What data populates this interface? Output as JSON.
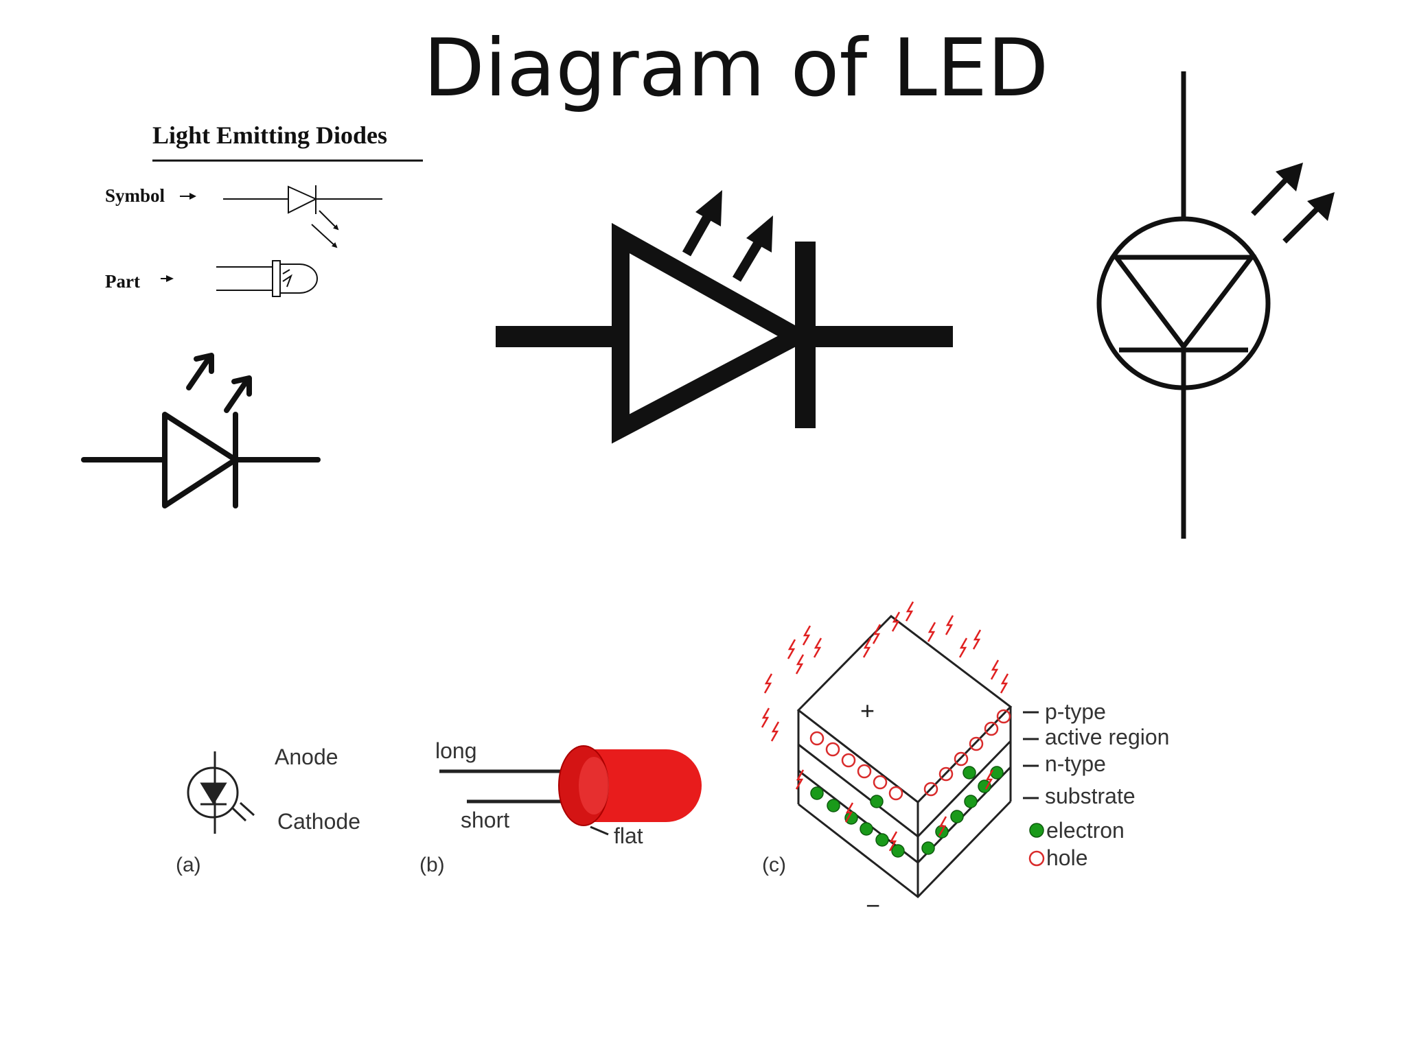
{
  "slide": {
    "title": "Diagram of LED"
  },
  "reference_card": {
    "heading": "Light Emitting Diodes",
    "symbol_label": "Symbol",
    "part_label": "Part"
  },
  "figure_a": {
    "caption": "(a)",
    "anode_label": "Anode",
    "cathode_label": "Cathode"
  },
  "figure_b": {
    "caption": "(b)",
    "long_label": "long",
    "short_label": "short",
    "flat_label": "flat"
  },
  "figure_c": {
    "caption": "(c)",
    "plus_sign": "+",
    "minus_sign": "−",
    "layers": [
      "p-type",
      "active region",
      "n-type",
      "substrate"
    ],
    "legend": {
      "electron": "electron",
      "hole": "hole"
    }
  },
  "colors": {
    "led_red": "#e81c1c",
    "electron_green": "#1a9a1a",
    "hole_red": "#d92b2b",
    "photon_red": "#e02020"
  },
  "icons": [
    "led-symbol",
    "led-part-outline",
    "emission-arrow",
    "led-circle-symbol",
    "red-led-component",
    "led-junction-cube"
  ]
}
